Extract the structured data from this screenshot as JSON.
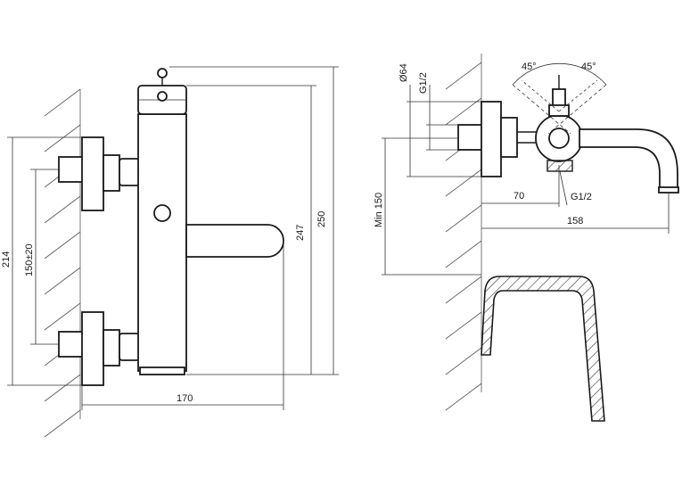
{
  "front_view": {
    "dim_total_height": "250",
    "dim_body_height": "247",
    "dim_inlet_span": "214",
    "dim_inlet_centres": "150±20",
    "dim_width": "170"
  },
  "side_view": {
    "dim_diameter": "Ø64",
    "dim_inlet_thread": "G1/2",
    "dim_angle_left": "45°",
    "dim_angle_right": "45°",
    "dim_outlet_thread": "G1/2",
    "dim_min_height": "Min 150",
    "dim_projection": "70",
    "dim_spout_reach": "158"
  }
}
